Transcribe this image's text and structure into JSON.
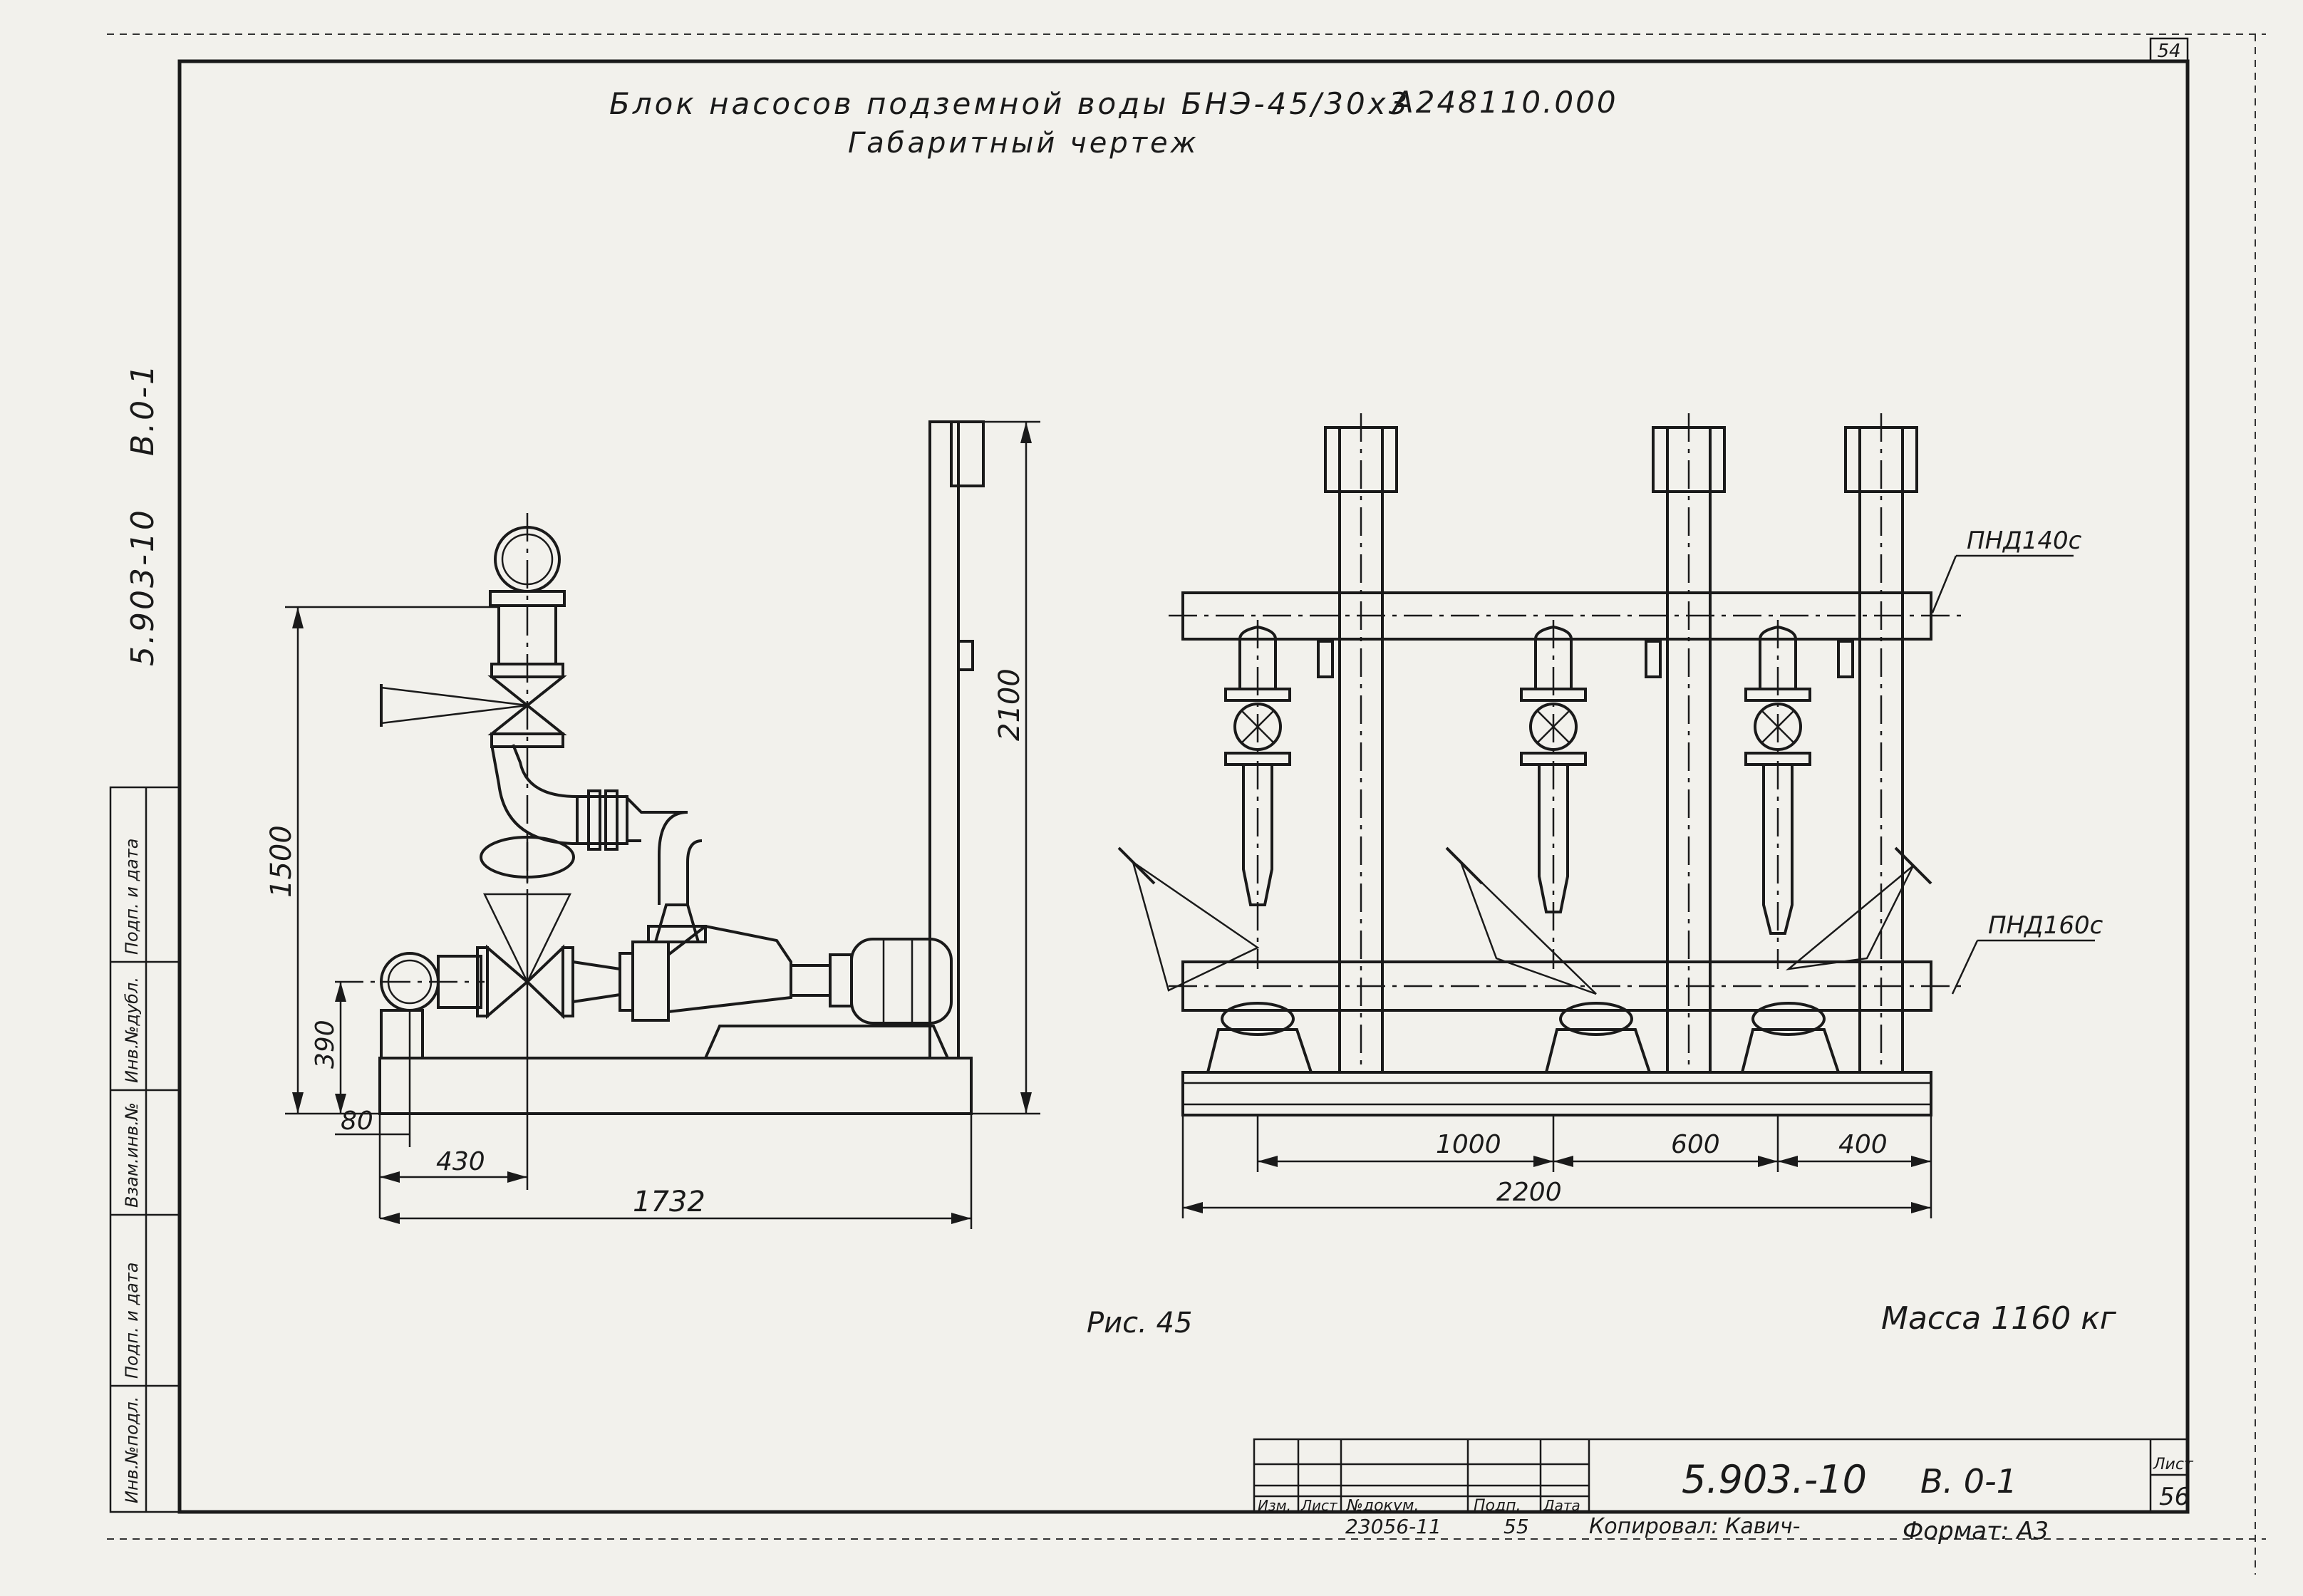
{
  "sheet_number": "54",
  "title": {
    "line1": "Блок насосов подземной воды БНЭ-45/30х3",
    "code": "А248110.000",
    "line2": "Габаритный чертеж"
  },
  "left_margin": {
    "series": "5.903-10",
    "volume": "В.0-1"
  },
  "side_stamp": [
    "Инв.№подл.",
    "Подп. и дата",
    "Взам.инв.№",
    "Инв.№дубл.",
    "Подп. и дата"
  ],
  "side_view": {
    "dims": {
      "height_total": "2100",
      "height_outlet": "1500",
      "height_inlet": "390",
      "offset_80": "80",
      "offset_430": "430",
      "length": "1732"
    }
  },
  "front_view": {
    "pipe_top_label": "ПНД140с",
    "pipe_bottom_label": "ПНД160с",
    "dims": {
      "spacing_1000": "1000",
      "spacing_600": "600",
      "spacing_400": "400",
      "width": "2200"
    }
  },
  "figure_caption": "Рис. 45",
  "mass": "Масса 1160 кг",
  "title_block": {
    "doc_code": "5.903.-10",
    "volume": "В. 0-1",
    "sheet_label": "Лист",
    "sheet_no": "56",
    "columns": [
      "Изм.",
      "Лист",
      "№докум.",
      "Подп.",
      "Дата"
    ],
    "below_number": "23056-11",
    "below_num2": "55",
    "copied_by": "Копировал: Кавич-",
    "format": "Формат: А3"
  }
}
